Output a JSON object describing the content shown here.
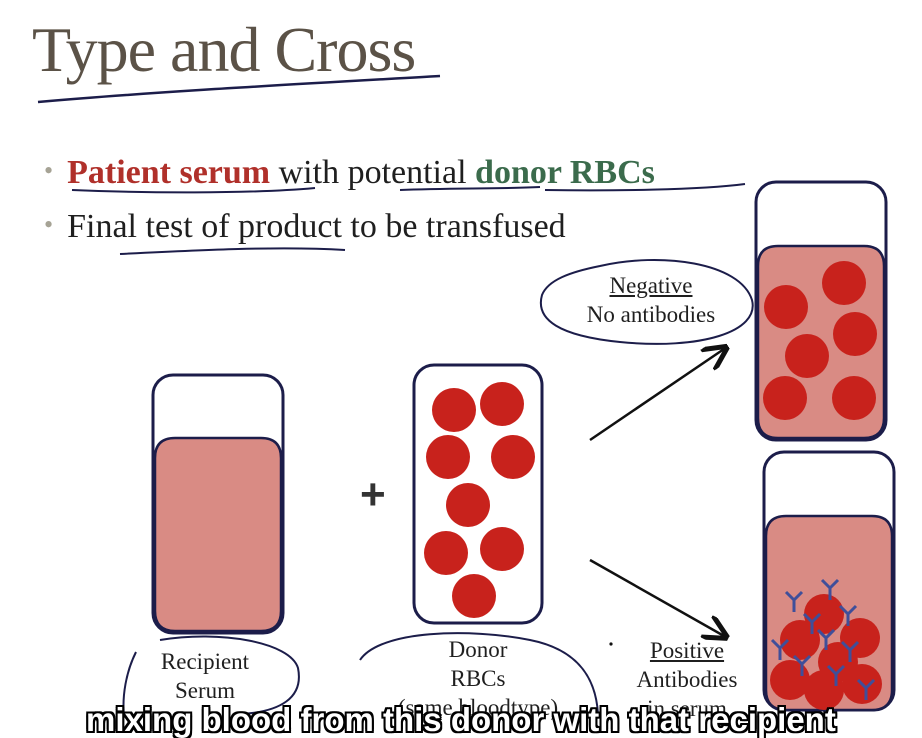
{
  "title": "Type and Cross",
  "bullets": [
    {
      "parts": [
        "Patient serum",
        " with potential ",
        "donor RBCs"
      ]
    },
    {
      "text": "Final test of product to be transfused"
    }
  ],
  "labels": {
    "negative_title": "Negative",
    "negative_sub": "No antibodies",
    "recipient": "Recipient",
    "serum": "Serum",
    "donor": "Donor",
    "rbcs": "RBCs",
    "donor_note": "(same bloodtype)",
    "positive_title": "Positive",
    "positive_sub": "Antibodies",
    "positive_note": "in serum"
  },
  "plus": "+",
  "caption": "mixing blood from this donor with that recipient",
  "colors": {
    "title": "#5b5247",
    "emphasis_red": "#b0302a",
    "emphasis_green": "#3b6b4c",
    "serum_fill": "#d98b84",
    "cell": "#c8221c",
    "tube_outline": "#1c1d4a",
    "antibody": "#3f4f9a"
  }
}
